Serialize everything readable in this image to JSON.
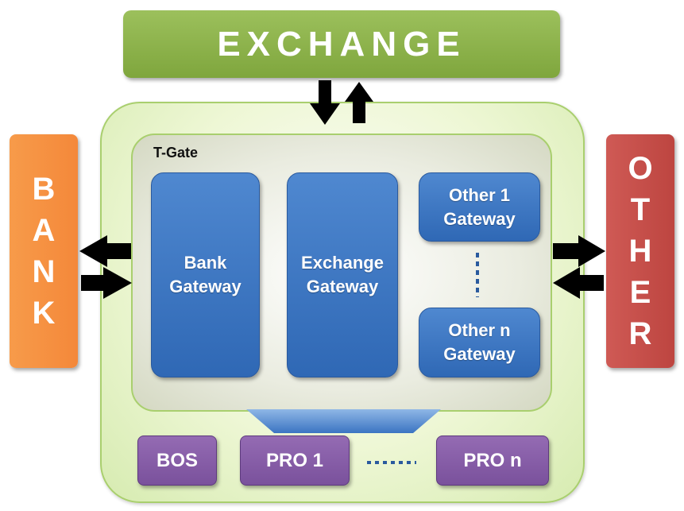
{
  "exchange": {
    "label": "EXCHANGE"
  },
  "tgate": {
    "title": "T-Gate"
  },
  "gateways": {
    "bank": [
      "Bank",
      "Gateway"
    ],
    "exchange": [
      "Exchange",
      "Gateway"
    ],
    "other1": [
      "Other 1",
      "Gateway"
    ],
    "othern": [
      "Other n",
      "Gateway"
    ]
  },
  "side": {
    "bank_letters": [
      "B",
      "A",
      "N",
      "K"
    ],
    "other_letters": [
      "O",
      "T",
      "H",
      "E",
      "R"
    ]
  },
  "processors": {
    "bos": "BOS",
    "pro1": "PRO 1",
    "pron": "PRO n"
  },
  "colors": {
    "exchange": "#8bb24a",
    "bank": "#f6903f",
    "other": "#c64e4a",
    "gateway": "#3b74c2",
    "processor": "#8660a8",
    "container": "#d6ebb0"
  }
}
